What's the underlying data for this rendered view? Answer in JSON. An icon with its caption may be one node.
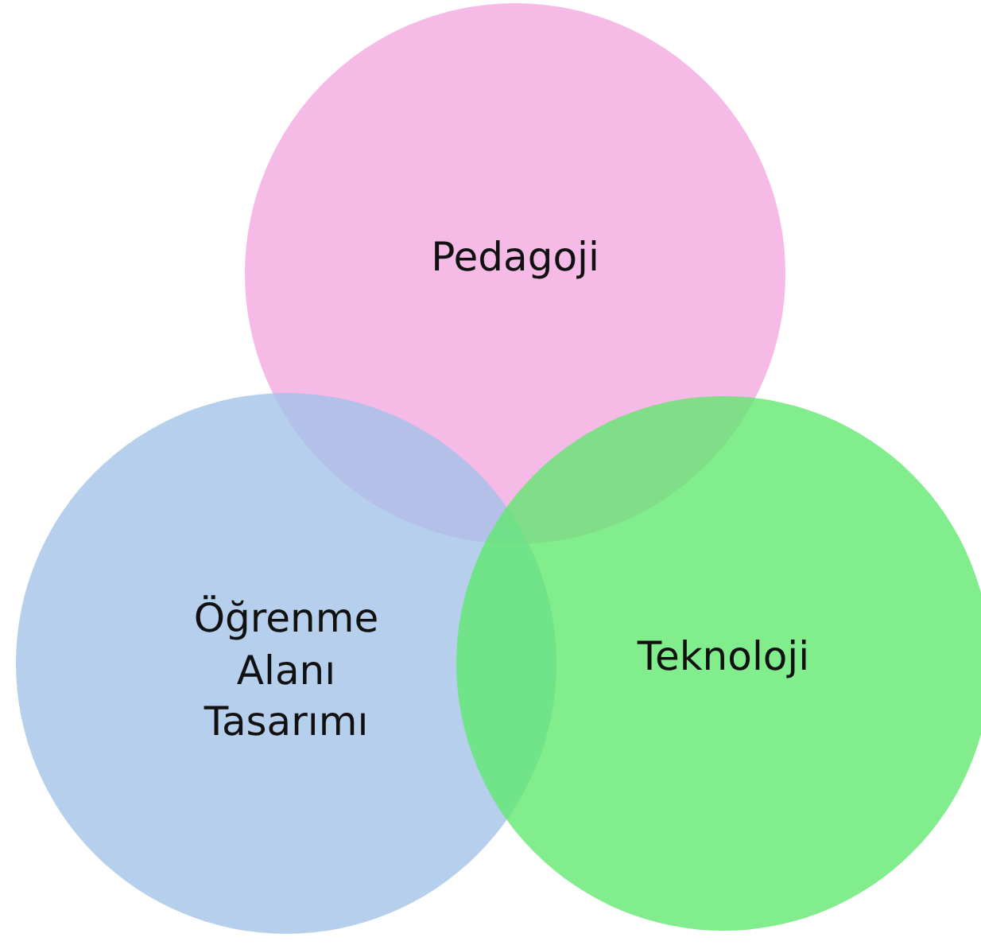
{
  "diagram": {
    "nodes": [
      {
        "text": [
          "Pedagoji"
        ]
      },
      {
        "text": [
          "Öğrenme Alanı Tasarımı"
        ]
      },
      {
        "text": [
          "Teknoloji"
        ]
      }
    ]
  }
}
